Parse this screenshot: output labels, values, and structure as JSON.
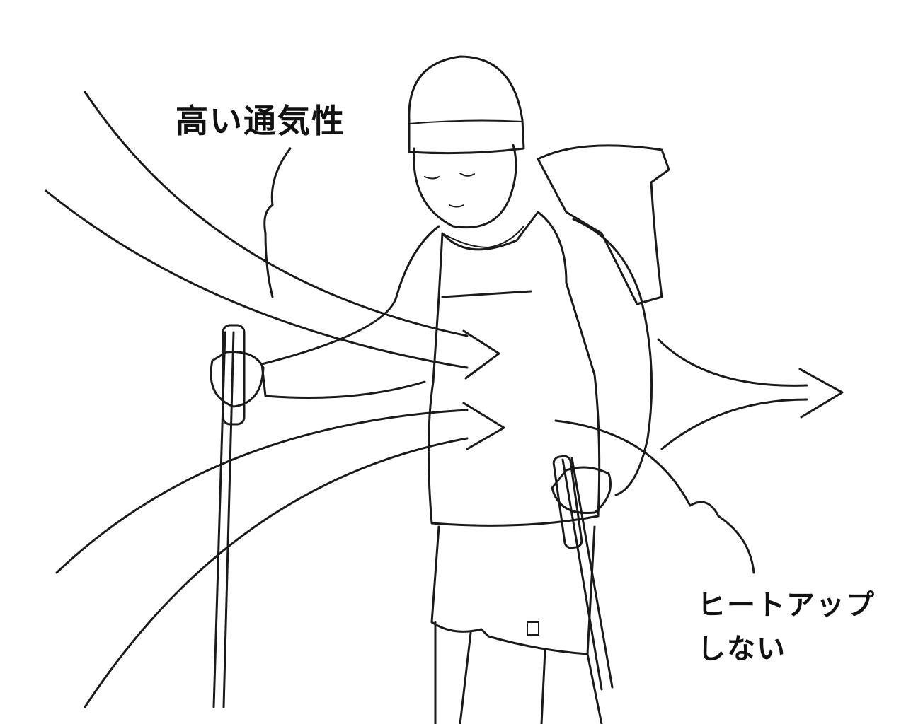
{
  "labels": {
    "high_breathability": "高い通気性",
    "no_heat_up_line1": "ヒートアップ",
    "no_heat_up_line2": "しない"
  },
  "colors": {
    "shirt": "#a8a8a8",
    "line": "#1a1a1a",
    "background": "#ffffff"
  }
}
